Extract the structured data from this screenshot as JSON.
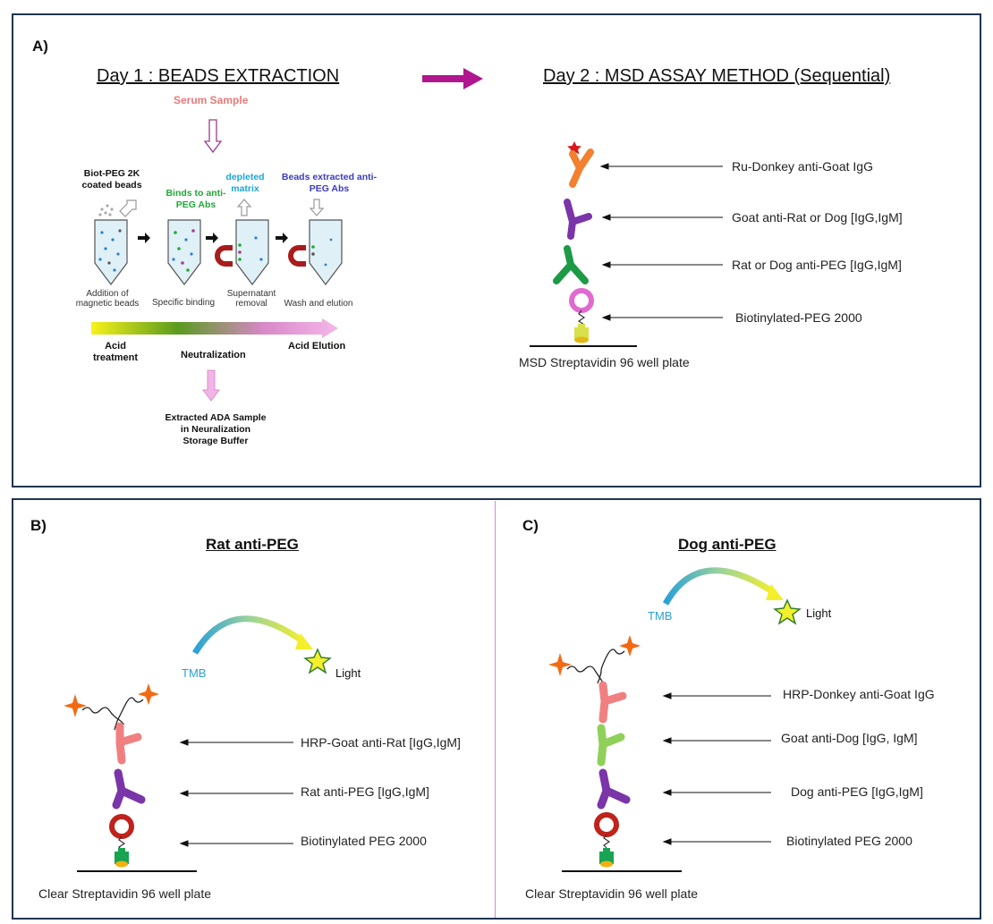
{
  "panel_a": {
    "letter": "A)",
    "day1_title": "Day 1 : BEADS EXTRACTION",
    "day2_title": "Day 2 : MSD ASSAY METHOD (Sequential)",
    "serum_sample": "Serum Sample",
    "biot_peg_line1": "Biot-PEG 2K",
    "biot_peg_line2": "coated beads",
    "binds_line1": "Binds to anti-",
    "binds_line2": "PEG Abs",
    "depleted_line1": "depleted",
    "depleted_line2": "matrix",
    "beads_extracted_line1": "Beads extracted anti-",
    "beads_extracted_line2": "PEG Abs",
    "step1_line1": "Addition of",
    "step1_line2": "magnetic beads",
    "step2": "Specific binding",
    "step3_line1": "Supernatant",
    "step3_line2": "removal",
    "step4": "Wash and elution",
    "acid_line1": "Acid",
    "acid_line2": "treatment",
    "neutralization": "Neutralization",
    "acid_elution": "Acid Elution",
    "extracted_line1": "Extracted ADA Sample",
    "extracted_line2": "in Neuralization",
    "extracted_line3": "Storage Buffer",
    "msd_labels": {
      "ru": "Ru-Donkey anti-Goat IgG",
      "goat": "Goat anti-Rat or Dog [IgG,IgM]",
      "rat_dog": "Rat or Dog anti-PEG [IgG,IgM]",
      "biotin": "Biotinylated-PEG 2000"
    },
    "plate": "MSD Streptavidin 96 well plate"
  },
  "panel_b": {
    "letter": "B)",
    "title": "Rat anti-PEG",
    "tmb": "TMB",
    "light": "Light",
    "labels": {
      "hrp": "HRP-Goat anti-Rat [IgG,IgM]",
      "rat": "Rat anti-PEG [IgG,IgM]",
      "biotin": "Biotinylated PEG 2000"
    },
    "plate": "Clear Streptavidin 96 well plate"
  },
  "panel_c": {
    "letter": "C)",
    "title": "Dog anti-PEG",
    "tmb": "TMB",
    "light": "Light",
    "labels": {
      "hrp": "HRP-Donkey anti-Goat IgG",
      "goat": "Goat anti-Dog [IgG, IgM]",
      "dog": "Dog anti-PEG [IgG,IgM]",
      "biotin": "Biotinylated PEG 2000"
    },
    "plate": "Clear Streptavidin 96 well plate"
  },
  "colors": {
    "frame": "#1f3550",
    "magenta_arrow": "#b0178f",
    "serum": "#e87a7a",
    "green_text": "#22a83a",
    "cyan_text": "#1aa7d9",
    "blue_text": "#3b3bbf",
    "orange_ab": "#f28030",
    "purple_ab": "#7a35a8",
    "green_ab": "#1c9a45",
    "pink_ab": "#f08080",
    "light_green_ab": "#8fd05a",
    "ring_magenta": "#e06ad0",
    "ring_red": "#c0221c",
    "tmb_blue": "#2aa0d8",
    "star_yellow": "#f4ef2a",
    "hrp_orange": "#f26a14",
    "divider": "#d38ad0"
  }
}
